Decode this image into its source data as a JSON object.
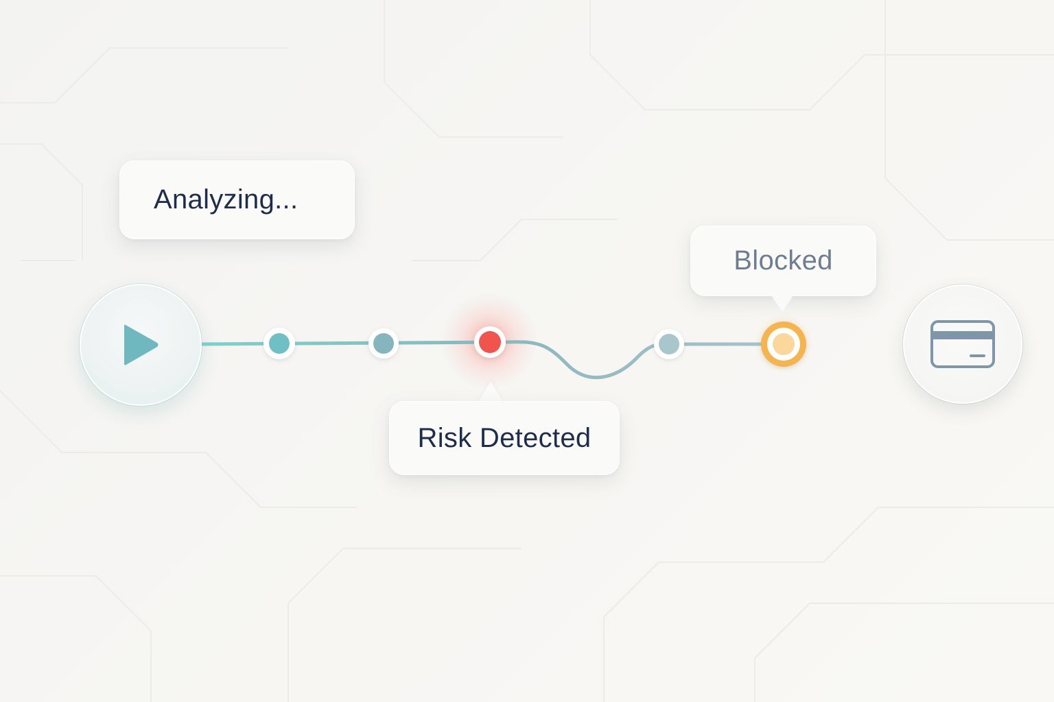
{
  "flow": {
    "start_icon": "play-icon",
    "end_icon": "credit-card-icon",
    "labels": {
      "analyzing": "Analyzing...",
      "risk": "Risk Detected",
      "blocked": "Blocked"
    },
    "nodes": [
      {
        "id": "step-1",
        "status": "passed"
      },
      {
        "id": "step-2",
        "status": "passed"
      },
      {
        "id": "risk",
        "status": "risk"
      },
      {
        "id": "step-4",
        "status": "pending"
      },
      {
        "id": "blocked",
        "status": "blocked"
      }
    ],
    "colors": {
      "teal": "#6bbcc2",
      "slate_teal": "#88b1ba",
      "risk_red": "#f1524e",
      "blocked_orange": "#f6b44f",
      "pending": "#a9c6cc",
      "icon_gray": "#7f95a8",
      "text_dark": "#1f2d4d",
      "text_muted": "#6e7e90"
    }
  }
}
